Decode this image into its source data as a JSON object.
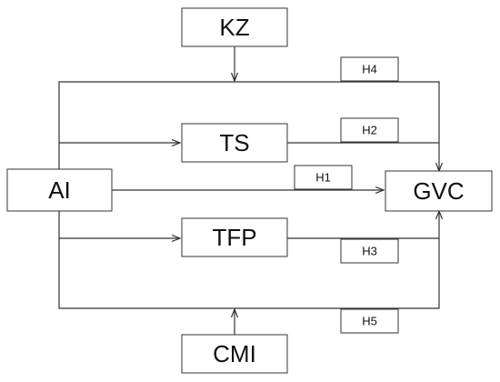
{
  "diagram": {
    "nodes": {
      "kz": "KZ",
      "ts": "TS",
      "ai": "AI",
      "gvc": "GVC",
      "tfp": "TFP",
      "cmi": "CMI"
    },
    "hypotheses": {
      "h1": "H1",
      "h2": "H2",
      "h3": "H3",
      "h4": "H4",
      "h5": "H5"
    },
    "colors": {
      "stroke": "#333333",
      "box_fill": "#ffffff",
      "text": "#111111"
    }
  }
}
